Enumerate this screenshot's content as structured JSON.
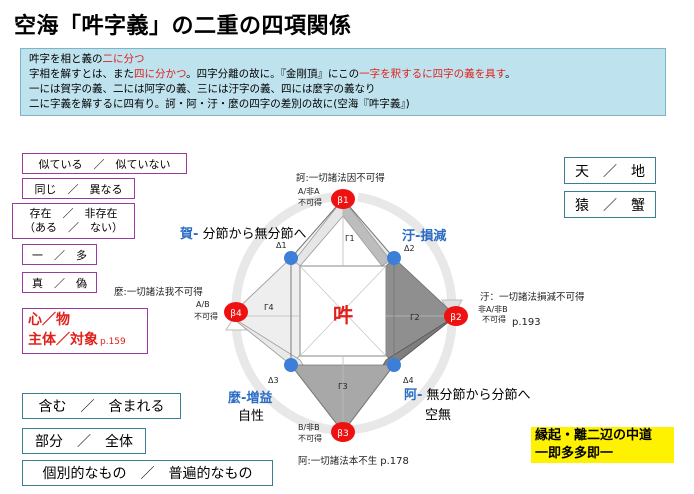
{
  "title": "空海「吽字義」の二重の四項関係",
  "info": {
    "line1_a": "吽字を相と義の",
    "line1_b": "二に分つ",
    "line2_a": "字相を解すとは、また",
    "line2_b": "四に分かつ",
    "line2_c": "。四字分離の故に。『金剛頂』にこの",
    "line2_d": "一字を釈するに四字の義を具す",
    "line2_e": "。",
    "line3": "一には賀字の義、二には阿字の義、三には汙字の義、四には麼字の義なり",
    "line4": "二に字義を解するに四有り。訶・阿・汙・麼の四字の差別の故に(空海『吽字義』)"
  },
  "left_boxes": {
    "b1": "似ている　／　似ていない",
    "b2": "同じ　／　異なる",
    "b3_l1": "存在　／　非存在",
    "b3_l2": "（ある　／　ない）",
    "b4": "一　／　多",
    "b5": "真　／　偽",
    "b6_l1": "心／物",
    "b6_l2a": "主体／対象",
    "b6_l2b": "p.159",
    "b7": "含む　／　含まれる",
    "b8": "部分　／　全体",
    "b9": "個別的なもの　／　普遍的なもの"
  },
  "right_boxes": {
    "r1": "天　／　地",
    "r2": "猿　／　蟹"
  },
  "yellow": {
    "l1": "縁起・離二辺の中道",
    "l2": "一即多多即一"
  },
  "diagram": {
    "center": "吽",
    "beta1": "β1",
    "beta2": "β2",
    "beta3": "β3",
    "beta4": "β4",
    "top_text": "訶:一切諸法因不可得",
    "top_sub1": "A/非A",
    "top_sub2": "不可得",
    "right_text": "汙：一切諸法損減不可得",
    "right_sub1": "非A/非B",
    "right_sub2": "不可得",
    "right_page": "p.193",
    "left_text": "麼:一切諸法我不可得",
    "left_sub1": "A/B",
    "left_sub2": "不可得",
    "bottom_text": "阿:一切諸法本不生",
    "bottom_page": "p.178",
    "bottom_sub1": "B/非B",
    "bottom_sub2": "不可得",
    "ga_label": "賀-",
    "ga_text": "分節から無分節へ",
    "u_label": "汙-損減",
    "ma_label": "麼-増益",
    "ma_text": "自性",
    "a_label": "阿-",
    "a_text": "無分節から分節へ",
    "a_sub": "空無",
    "g1": "Γ1",
    "g2": "Γ2",
    "g3": "Γ3",
    "g4": "Γ4",
    "d1": "Δ1",
    "d2": "Δ2",
    "d3": "Δ3",
    "d4": "Δ4"
  },
  "colors": {
    "beta_fill": "#ee1111",
    "delta_fill": "#3d7fd8",
    "info_bg": "#bfe3ee",
    "highlight": "#fff200",
    "label_blue": "#2b6cc4",
    "accent_red": "#e0201b"
  }
}
